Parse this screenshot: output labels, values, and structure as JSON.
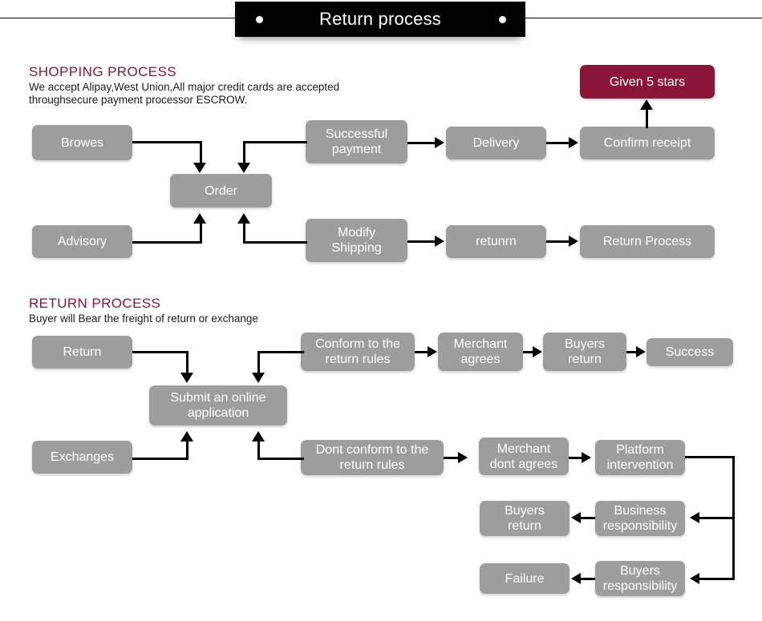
{
  "header": {
    "title": "Return process",
    "dot_left": "bullet-dot",
    "dot_right": "bullet-dot",
    "background": "#000000",
    "text_color": "#ffffff"
  },
  "theme": {
    "box_gray": "#9d9d9d",
    "accent_maroon": "#8B1538",
    "box_text": "#ffffff",
    "connector": "#000000",
    "page_background": "#ffffff"
  },
  "shopping_section": {
    "heading": "SHOPPING PROCESS",
    "subtitle": "We accept Alipay,West Union,All major credit cards are accepted\nthroughsecure payment processor ESCROW.",
    "boxes": {
      "browes": "Browes",
      "order": "Order",
      "successful_payment": "Successful\npayment",
      "delivery": "Delivery",
      "confirm_receipt": "Confirm receipt",
      "given_5_stars": "Given 5 stars",
      "advisory": "Advisory",
      "modify_shipping": "Modify\nShipping",
      "retunrn": "retunrn",
      "return_process": "Return Process"
    }
  },
  "return_section": {
    "heading": "RETURN PROCESS",
    "subtitle": "Buyer will Bear the freight of return or exchange",
    "boxes": {
      "return": "Return",
      "submit_online_application": "Submit an online\napplication",
      "conform_to_return_rules": "Conform to the\nreturn rules",
      "merchant_agrees": "Merchant\nagrees",
      "buyers_return_top": "Buyers\nreturn",
      "success": "Success",
      "exchanges": "Exchanges",
      "dont_conform_to_return_rules": "Dont conform to the\nreturn rules",
      "merchant_dont_agrees": "Merchant\ndont agrees",
      "platform_intervention": "Platform\nintervention",
      "business_responsibility": "Business\nresponsibility",
      "buyers_return_bottom": "Buyers\nreturn",
      "buyers_responsibility": "Buyers\nresponsibility",
      "failure": "Failure"
    }
  }
}
